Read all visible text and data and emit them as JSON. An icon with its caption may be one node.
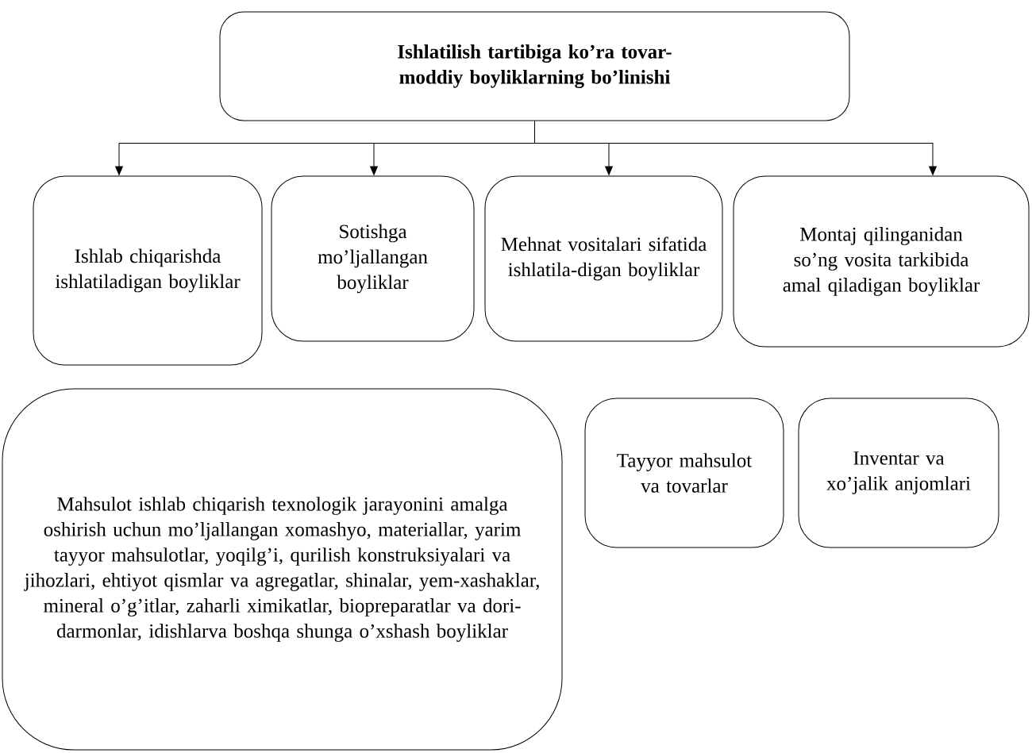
{
  "diagram": {
    "nodes": [
      {
        "text": [
          "Ishlatilish tartibiga ko’ra tovar-moddiy boyliklarning bo’linishi"
        ]
      },
      {
        "text": [
          "Ishlab chiqarishda ishlatiladigan boyliklar"
        ]
      },
      {
        "text": [
          "Sotishga mo’ljallangan boyliklar"
        ]
      },
      {
        "text": [
          "Mehnat vositalari sifatida ishlatila-digan boyliklar"
        ]
      },
      {
        "text": [
          "Montaj qilinganidan so’ng vosita tarkibida amal qiladigan boyliklar"
        ]
      },
      {
        "text": [
          "Mahsulot ishlab chiqarish texnologik jarayonini amalga oshirish uchun mo’ljallangan xomashyo, materiallar, yarim tayyor mahsulotlar, yoqilg’i, qurilish konstruksiyalari va jihozlari, ehtiyot qismlar va agregatlar, shinalar, yem-xashaklar, mineral o’g’itlar, zaharli ximikatlar, biopreparatlar va dori-darmonlar, idishlarva boshqa shunga o’xshash boyliklar"
        ]
      },
      {
        "text": [
          "Tayyor mahsulot va tovarlar"
        ]
      },
      {
        "text": [
          "Inventar va xo’jalik anjomlari"
        ]
      }
    ],
    "edges": [
      {
        "from": 0,
        "to": 1,
        "arrow": "to"
      },
      {
        "from": 0,
        "to": 2,
        "arrow": "to"
      },
      {
        "from": 0,
        "to": 3,
        "arrow": "to"
      },
      {
        "from": 0,
        "to": 4,
        "arrow": "to"
      }
    ]
  }
}
